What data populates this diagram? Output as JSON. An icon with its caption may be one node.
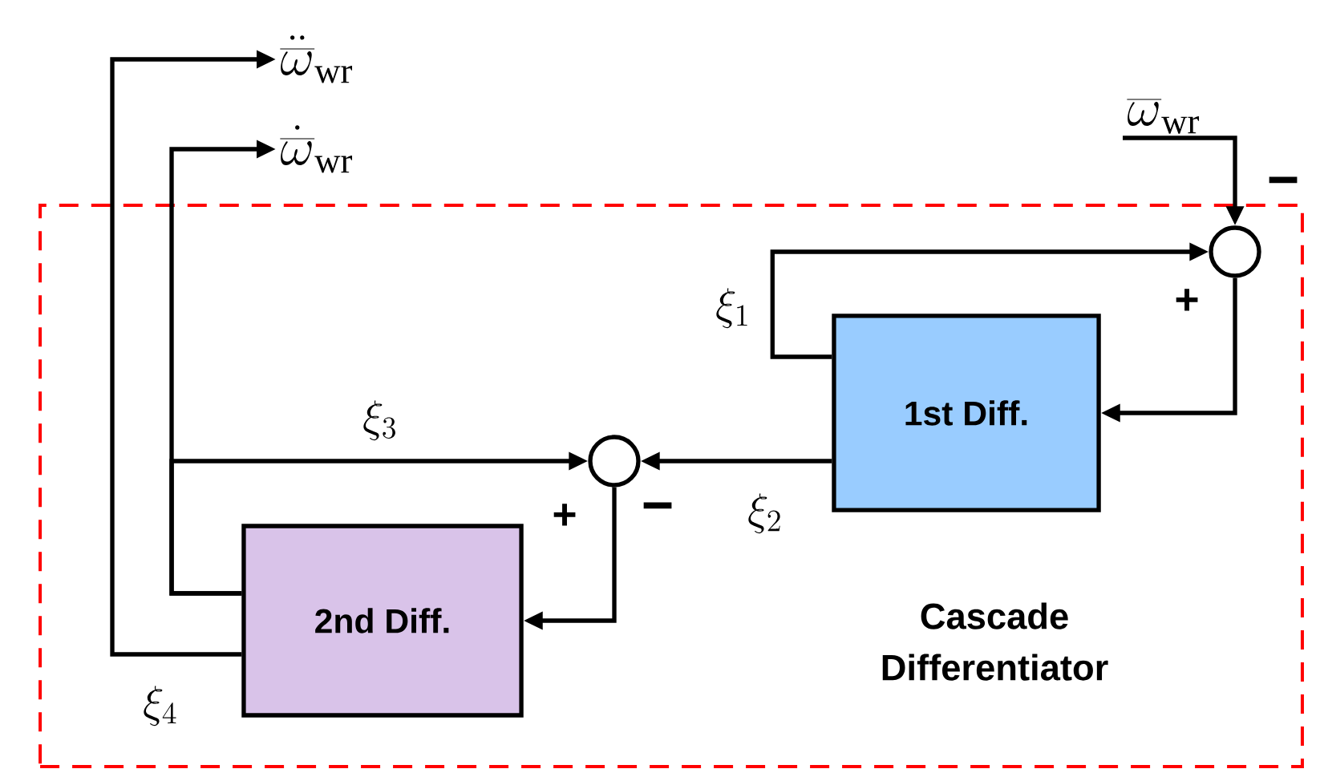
{
  "diagram": {
    "nodes": [
      {
        "text": [
          "Cascade Differentiator"
        ]
      },
      {
        "text": [],
        "shape": "circle",
        "in": 0
      },
      {
        "text": [
          "1st Diff."
        ],
        "in": 0
      },
      {
        "text": [],
        "shape": "circle",
        "in": 0
      },
      {
        "text": [
          "2nd Diff."
        ],
        "in": 0
      },
      {
        "text": [
          "\\overline{\\omega}_{\\mathrm{wr}}"
        ]
      },
      {
        "text": [
          "\\ddot{\\overline{\\omega}}_{\\mathrm{wr}}"
        ]
      },
      {
        "text": [
          "\\dot{\\overline{\\omega}}_{\\mathrm{wr}}"
        ]
      }
    ],
    "edges": [
      {
        "from": 5,
        "to": 1,
        "arrow": "to"
      },
      {
        "from": 2,
        "to": 1,
        "arrow": "to",
        "label": "\\xi_1"
      },
      {
        "from": 1,
        "to": 2,
        "arrow": "to"
      },
      {
        "from": 2,
        "to": 3,
        "arrow": "to",
        "label": "\\xi_2"
      },
      {
        "from": 3,
        "to": 4,
        "arrow": "to"
      },
      {
        "from": 4,
        "to": 3,
        "arrow": "to",
        "label": "\\xi_3"
      },
      {
        "from": 4,
        "to": 7,
        "arrow": "to"
      },
      {
        "from": 4,
        "to": 6,
        "arrow": "to",
        "label": "\\xi_4"
      }
    ],
    "labels": [
      "−",
      "+",
      "+",
      "−"
    ]
  }
}
